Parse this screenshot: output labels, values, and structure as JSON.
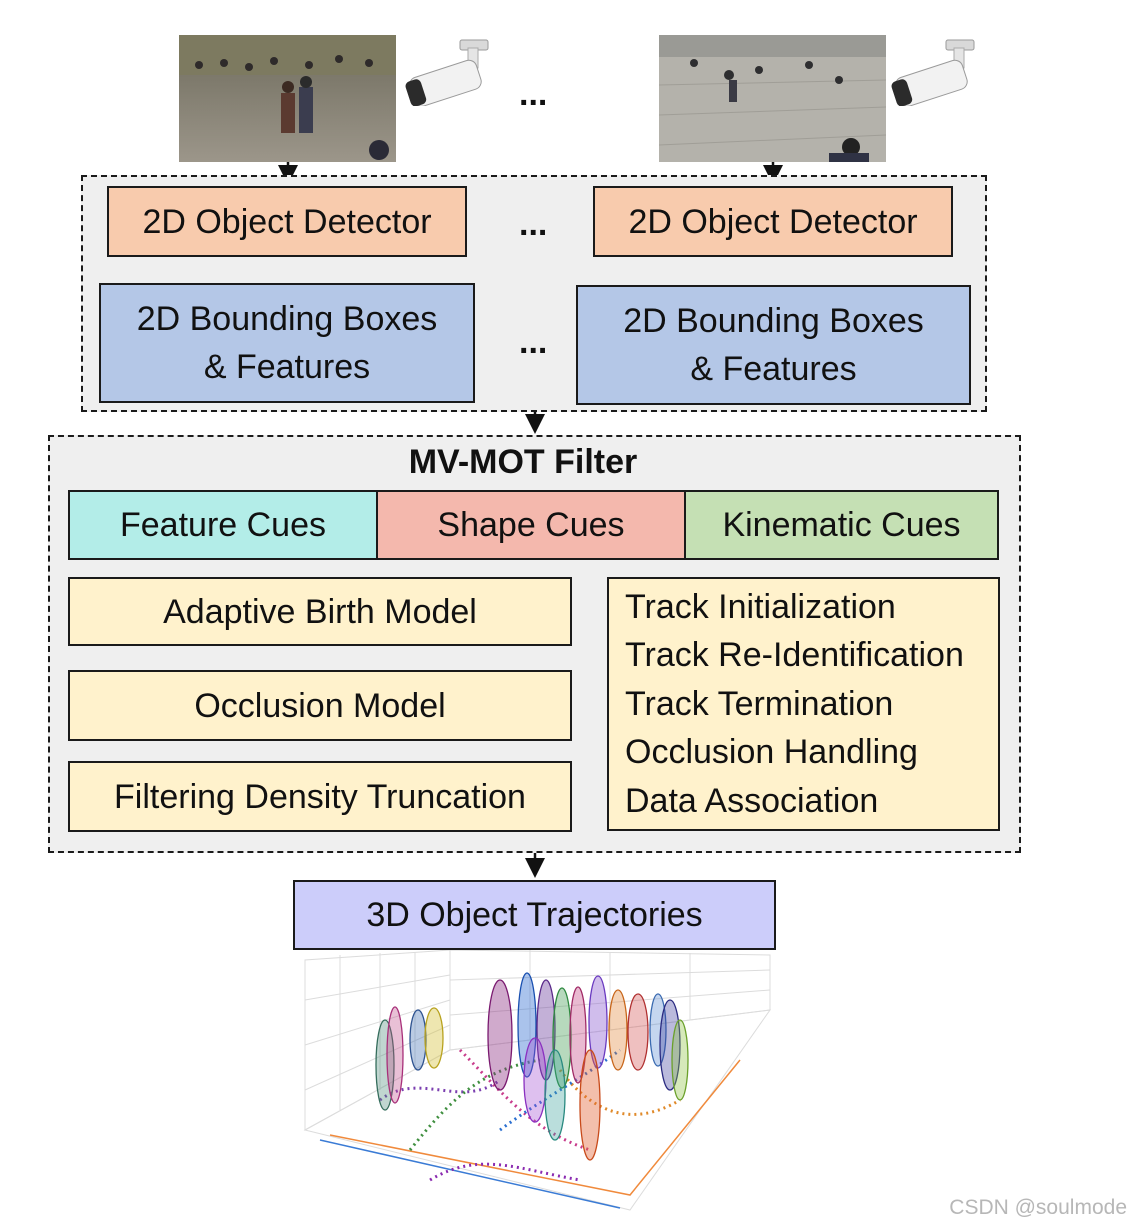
{
  "ellipsis": "...",
  "detectors": {
    "detector_label": "2D Object Detector",
    "boxes_line1": "2D Bounding Boxes",
    "boxes_line2": "& Features"
  },
  "filter": {
    "title": "MV-MOT Filter",
    "cues": [
      "Feature Cues",
      "Shape Cues",
      "Kinematic Cues"
    ],
    "models": [
      "Adaptive Birth Model",
      "Occlusion Model",
      "Filtering Density Truncation"
    ],
    "tasks": [
      "Track Initialization",
      "Track Re-Identification",
      "Track Termination",
      "Occlusion Handling",
      "Data Association"
    ]
  },
  "output": {
    "label": "3D Object Trajectories"
  },
  "watermark": "CSDN @soulmode",
  "colors": {
    "detector": "#f8cbad",
    "boxes": "#b4c7e7",
    "feature_cues": "#b3ede8",
    "shape_cues": "#f4b8ad",
    "kinematic_cues": "#c5e0b4",
    "models": "#fff2cc",
    "output": "#cccdfa",
    "group_fill": "#efefef"
  }
}
